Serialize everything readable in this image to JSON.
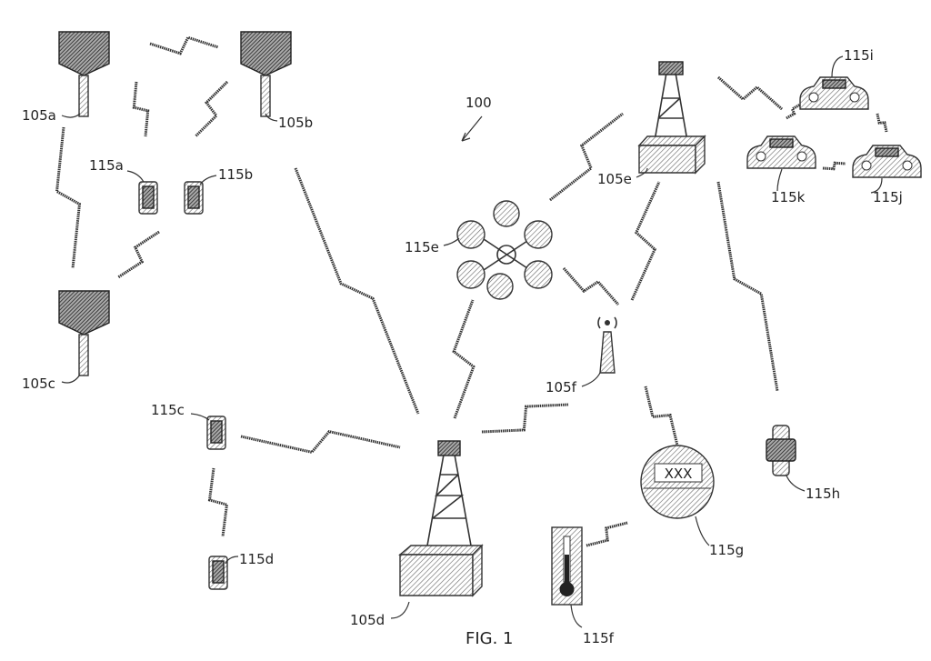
{
  "figure": {
    "caption": "FIG. 1",
    "system_label": "100",
    "base_stations": {
      "a": "105a",
      "b": "105b",
      "c": "105c",
      "d": "105d",
      "e": "105e",
      "f": "105f"
    },
    "devices": {
      "a": "115a",
      "b": "115b",
      "c": "115c",
      "d": "115d",
      "e": "115e",
      "f": "115f",
      "g": "115g",
      "h": "115h",
      "i": "115i",
      "j": "115j",
      "k": "115k"
    },
    "meter_display": "XXX"
  }
}
